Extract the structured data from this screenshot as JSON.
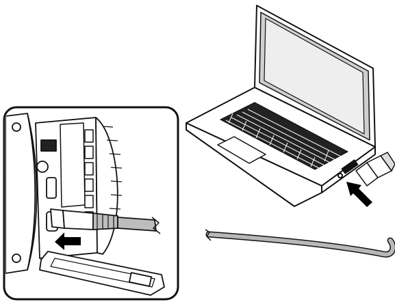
{
  "figure": {
    "kind": "manual-illustration",
    "description_elements": [
      "laptop",
      "camera-side-port",
      "usb-cable"
    ],
    "colors": {
      "outline": "#111111",
      "cable_gray": "#b3b3b3",
      "screen_gray": "#e6e6e6",
      "bezel_gray": "#c9c9c9",
      "arrow_black": "#000000"
    }
  }
}
